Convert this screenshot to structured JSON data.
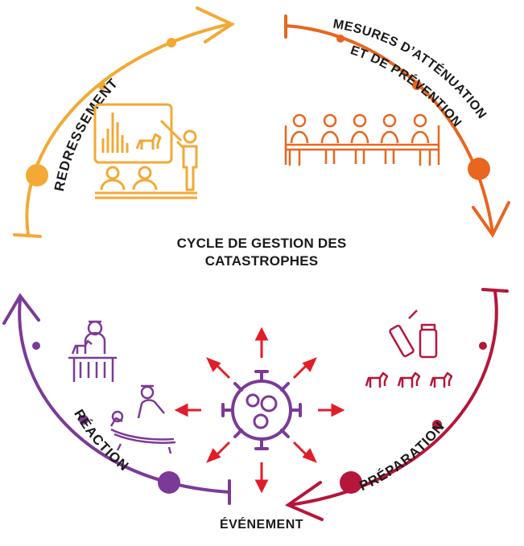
{
  "title_line1": "CYCLE DE GESTION DES",
  "title_line2": "CATASTROPHES",
  "phases": [
    {
      "key": "redressement",
      "label": "REDRESSEMENT",
      "color": "#f2a935"
    },
    {
      "key": "attenuation",
      "label_line1": "MESURES D’ATTÉNUATION",
      "label_line2": "ET DE PRÉVENTION",
      "color": "#e8661f"
    },
    {
      "key": "preparation",
      "label": "PRÉPARATION",
      "color": "#b5163a"
    },
    {
      "key": "evenement",
      "label": "ÉVÉNEMENT",
      "color": "#e01e2a"
    },
    {
      "key": "reaction",
      "label": "RÉACTION",
      "color": "#7b3a97"
    }
  ]
}
